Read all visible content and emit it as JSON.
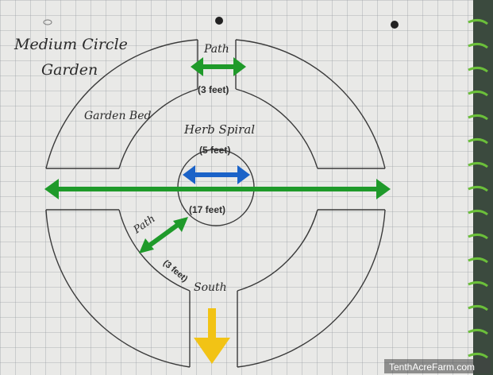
{
  "title_line1": "Medium Circle",
  "title_line2": "Garden",
  "labels": {
    "path_top": "Path",
    "path_top_size": "(3 feet)",
    "garden_bed": "Garden Bed",
    "herb_spiral": "Herb Spiral",
    "herb_spiral_size": "(5 feet)",
    "diameter_size": "(17 feet)",
    "path_diag": "Path",
    "path_diag_size": "(3 feet)",
    "south": "South"
  },
  "watermark": "TenthAcreFarm.com",
  "colors": {
    "paper": "#e9e9e7",
    "grid": "#9aa0a6",
    "ink": "#3a3a3a",
    "path_arrow": "#1f9a2a",
    "herb_arrow": "#1b63c8",
    "south_arrow": "#f2c315"
  }
}
